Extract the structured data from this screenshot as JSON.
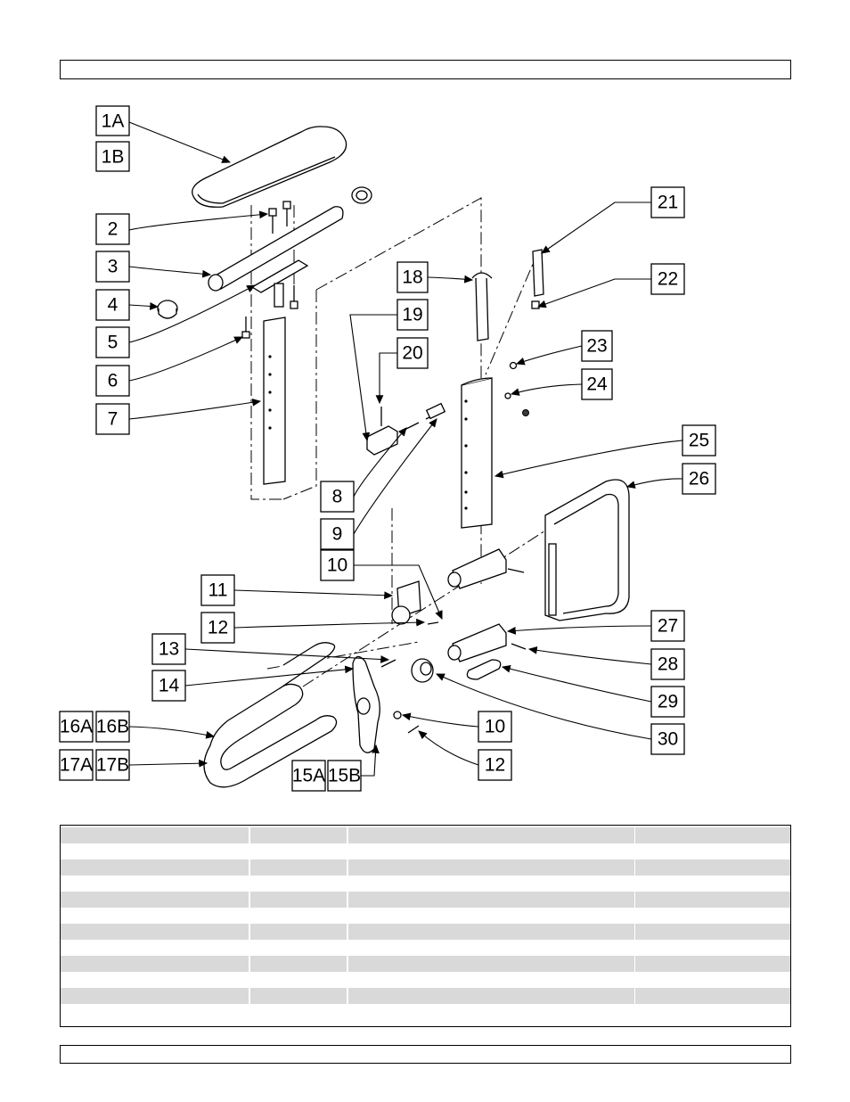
{
  "callouts": [
    "1A",
    "1B",
    "2",
    "3",
    "4",
    "5",
    "6",
    "7",
    "8",
    "9",
    "10",
    "11",
    "12",
    "13",
    "14",
    "15A",
    "15B",
    "16A",
    "16B",
    "17A",
    "17B",
    "18",
    "19",
    "20",
    "21",
    "22",
    "23",
    "24",
    "25",
    "26",
    "27",
    "28",
    "29",
    "30"
  ],
  "table": {
    "rows": 12,
    "columns": 4
  }
}
